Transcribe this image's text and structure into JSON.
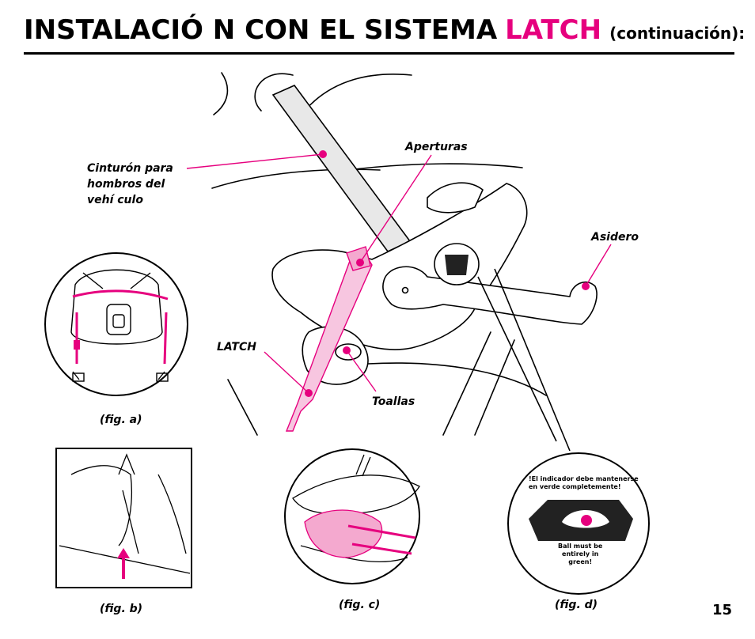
{
  "header": {
    "title_main": "INSTALACIÓ N CON EL SISTEMA",
    "title_accent": "LATCH",
    "title_cont": "(continuación):",
    "accent_color": "#e6007e"
  },
  "callouts": {
    "cinturon": [
      "Cinturón para",
      "hombros del",
      "vehí culo"
    ],
    "aperturas": "Aperturas",
    "asidero": "Asidero",
    "latch": "LATCH",
    "toallas": "Toallas"
  },
  "figures": {
    "a": "(fig. a)",
    "b": "(fig. b)",
    "c": "(fig. c)",
    "d": "(fig. d)"
  },
  "indicator": {
    "warning": [
      "!El indicador debe mantenerse",
      "en verde completemente!"
    ],
    "english": [
      "Ball must be",
      "entirely in",
      "green!"
    ]
  },
  "page_number": "15"
}
